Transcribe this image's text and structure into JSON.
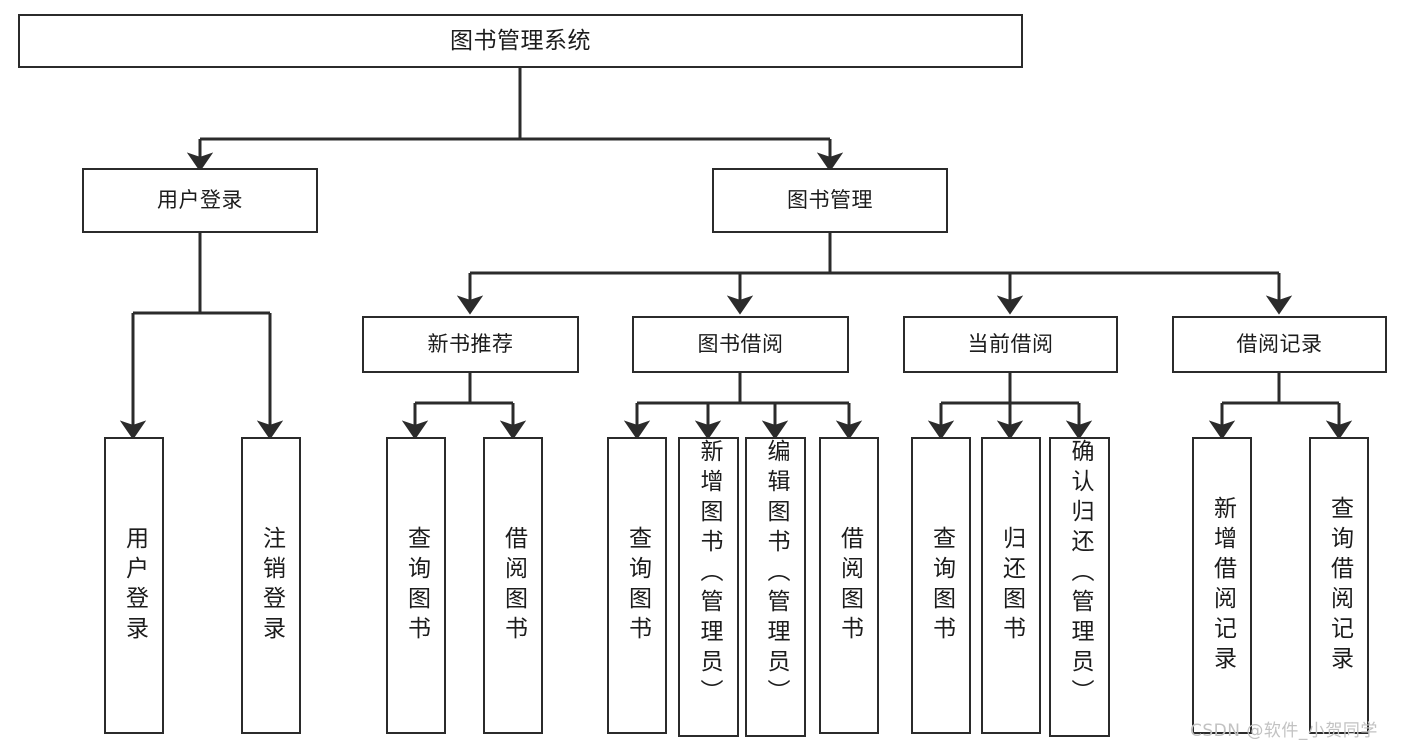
{
  "diagram": {
    "type": "tree-hierarchy-chart",
    "title": "图书管理系统",
    "colors": {
      "stroke": "#2b2b2b",
      "fill": "#ffffff",
      "text": "#1c1c1c",
      "watermark": "#c2c2c2"
    },
    "levels": [
      {
        "level": 1,
        "nodes": [
          {
            "id": "root",
            "label": "图书管理系统"
          }
        ]
      },
      {
        "level": 2,
        "nodes": [
          {
            "id": "user-login",
            "label": "用户登录",
            "parent": "root"
          },
          {
            "id": "book-manage",
            "label": "图书管理",
            "parent": "root"
          }
        ]
      },
      {
        "level": 3,
        "nodes": [
          {
            "id": "new-book-rec",
            "label": "新书推荐",
            "parent": "book-manage"
          },
          {
            "id": "book-borrow",
            "label": "图书借阅",
            "parent": "book-manage"
          },
          {
            "id": "current-borrow",
            "label": "当前借阅",
            "parent": "book-manage"
          },
          {
            "id": "borrow-record",
            "label": "借阅记录",
            "parent": "book-manage"
          }
        ]
      },
      {
        "level": 4,
        "nodes": [
          {
            "id": "leaf-user-login",
            "label": "用户登录",
            "parent": "user-login"
          },
          {
            "id": "leaf-logout",
            "label": "注销登录",
            "parent": "user-login"
          },
          {
            "id": "leaf-query-book-1",
            "label": "查询图书",
            "parent": "new-book-rec"
          },
          {
            "id": "leaf-borrow-book-1",
            "label": "借阅图书",
            "parent": "new-book-rec"
          },
          {
            "id": "leaf-query-book-2",
            "label": "查询图书",
            "parent": "book-borrow"
          },
          {
            "id": "leaf-add-book",
            "label": "新增图书（管理员）",
            "parent": "book-borrow"
          },
          {
            "id": "leaf-edit-book",
            "label": "编辑图书（管理员）",
            "parent": "book-borrow"
          },
          {
            "id": "leaf-borrow-book-2",
            "label": "借阅图书",
            "parent": "book-borrow"
          },
          {
            "id": "leaf-query-book-3",
            "label": "查询图书",
            "parent": "current-borrow"
          },
          {
            "id": "leaf-return-book",
            "label": "归还图书",
            "parent": "current-borrow"
          },
          {
            "id": "leaf-confirm-return",
            "label": "确认归还（管理员）",
            "parent": "current-borrow"
          },
          {
            "id": "leaf-add-record",
            "label": "新增借阅记录",
            "parent": "borrow-record"
          },
          {
            "id": "leaf-query-record",
            "label": "查询借阅记录",
            "parent": "borrow-record"
          }
        ]
      }
    ]
  },
  "watermark": {
    "text": "CSDN @软件_小贺同学"
  }
}
